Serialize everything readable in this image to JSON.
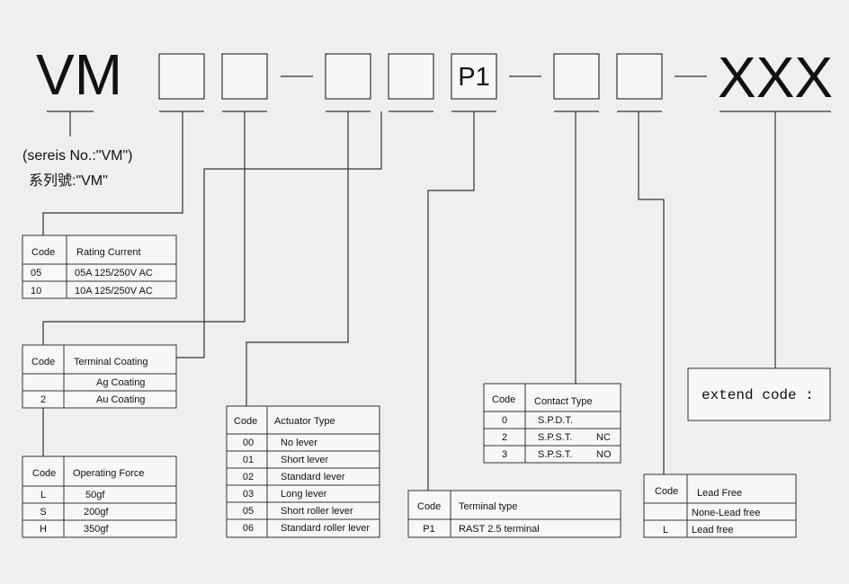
{
  "series_prefix": "VM",
  "box_text": "P1",
  "suffix": "XXX",
  "separator": "—",
  "series_note": "(sereis No.:\"VM\")",
  "series_note_cn": "系列號:\"VM\"",
  "extend_label": "extend code :",
  "tables": {
    "rating": {
      "header": [
        "Code",
        "Rating Current"
      ],
      "rows": [
        [
          "05",
          "05A 125/250V AC"
        ],
        [
          "10",
          "10A 125/250V AC"
        ]
      ]
    },
    "coating": {
      "header": [
        "Code",
        "Terminal Coating"
      ],
      "rows": [
        [
          "",
          "Ag Coating"
        ],
        [
          "2",
          "Au Coating"
        ]
      ]
    },
    "force": {
      "header": [
        "Code",
        "Operating Force"
      ],
      "rows": [
        [
          "L",
          "50gf"
        ],
        [
          "S",
          "200gf"
        ],
        [
          "H",
          "350gf"
        ]
      ]
    },
    "actuator": {
      "header": [
        "Code",
        "Actuator Type"
      ],
      "rows": [
        [
          "00",
          "No lever"
        ],
        [
          "01",
          "Short lever"
        ],
        [
          "02",
          "Standard lever"
        ],
        [
          "03",
          "Long lever"
        ],
        [
          "05",
          "Short roller lever"
        ],
        [
          "06",
          "Standard roller lever"
        ]
      ]
    },
    "terminal": {
      "header": [
        "Code",
        "Terminal type"
      ],
      "rows": [
        [
          "P1",
          "RAST 2.5 terminal"
        ]
      ]
    },
    "contact": {
      "header": [
        "Code",
        "Contact Type"
      ],
      "rows": [
        [
          "0",
          "S.P.D.T.",
          ""
        ],
        [
          "2",
          "S.P.S.T.",
          "NC"
        ],
        [
          "3",
          "S.P.S.T.",
          "NO"
        ]
      ]
    },
    "lead": {
      "header": [
        "Code",
        "Lead Free"
      ],
      "rows": [
        [
          "",
          "None-Lead free"
        ],
        [
          "L",
          "Lead free"
        ]
      ]
    }
  }
}
